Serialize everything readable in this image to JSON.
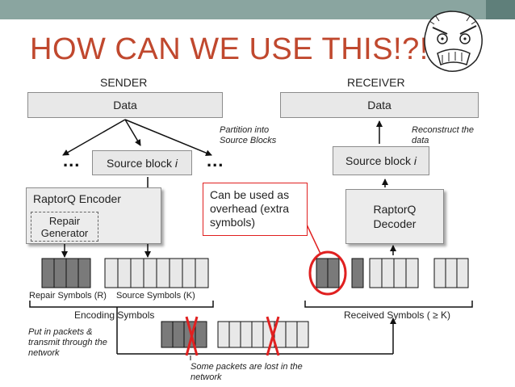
{
  "slide": {
    "title": "HOW CAN WE USE THIS!?!?",
    "sender_label": "SENDER",
    "receiver_label": "RECEIVER"
  },
  "sender": {
    "data_box": "Data",
    "partition_note": "Partition into Source Blocks",
    "dots_left": "...",
    "dots_right": "...",
    "source_block": "Source block ",
    "source_block_index": "i",
    "encoder_label": "RaptorQ Encoder",
    "repair_generator": "Repair Generator",
    "repair_symbols": "Repair Symbols (R)",
    "source_symbols": "Source Symbols (K)",
    "encoding_symbols": "Encoding Symbols",
    "transmit_note": "Put in packets & transmit through the network"
  },
  "receiver": {
    "data_box": "Data",
    "reconstruct_note": "Reconstruct the data",
    "source_block": "Source block ",
    "source_block_index": "i",
    "decoder_label": "RaptorQ Decoder",
    "overhead_note": "Can be used as overhead (extra symbols)",
    "received_symbols": "Received Symbols ( ≥ K)"
  },
  "network": {
    "loss_note": "Some packets are lost in the network"
  },
  "colors": {
    "title": "#c0482e",
    "topbar": "#8aa5a0",
    "loss_mark": "#e02020",
    "repair_symbol_fill": "#7a7a7a",
    "box_fill": "#e8e8e8"
  }
}
